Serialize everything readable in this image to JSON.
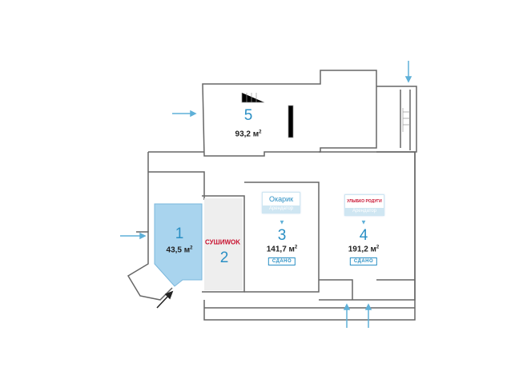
{
  "units": [
    {
      "number": "1",
      "area": "43,5 м",
      "sup": "2"
    },
    {
      "number": "2",
      "tenant_logo": "СУШИWOK"
    },
    {
      "number": "3",
      "area": "141,7 м",
      "sup": "2",
      "tenant_logo": "Окарик",
      "banner_label": "Арендатор",
      "status": "СДАНО"
    },
    {
      "number": "4",
      "area": "191,2 м",
      "sup": "2",
      "tenant_logo": "УЛЫБКО РОДУГИ",
      "banner_label": "Арендатор",
      "status": "СДАНО"
    },
    {
      "number": "5",
      "area": "93,2 м",
      "sup": "2"
    }
  ],
  "colors": {
    "highlight": "#a9d4ee",
    "accent": "#2a8fc4",
    "wall": "#555555"
  }
}
